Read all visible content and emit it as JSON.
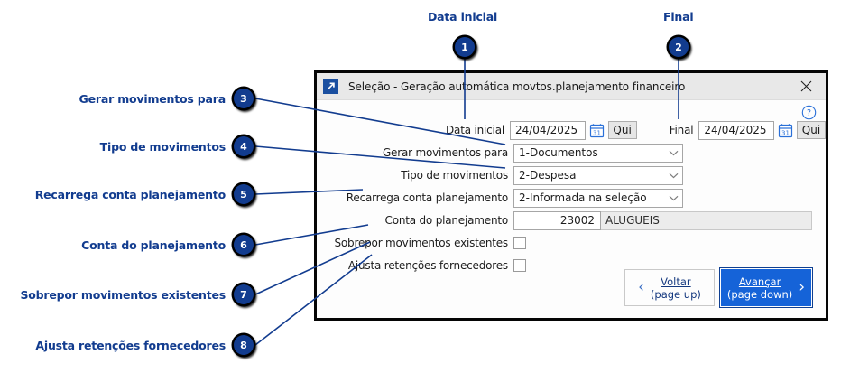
{
  "dialog": {
    "title": "Seleção - Geração automática movtos.planejamento financeiro",
    "app_icon": "diagonal-arrow-icon",
    "close_icon": "close-icon",
    "help_icon": "help-question-icon",
    "fields": {
      "data_inicial_label": "Data inicial",
      "data_inicial_value": "24/04/2025",
      "data_inicial_weekday": "Qui",
      "final_label": "Final",
      "final_value": "24/04/2025",
      "final_weekday": "Qui",
      "gerar_movimentos_label": "Gerar movimentos para",
      "gerar_movimentos_value": "1-Documentos",
      "tipo_movimentos_label": "Tipo de movimentos",
      "tipo_movimentos_value": "2-Despesa",
      "recarrega_conta_label": "Recarrega conta planejamento",
      "recarrega_conta_value": "2-Informada na seleção",
      "conta_planejamento_label": "Conta do planejamento",
      "conta_planejamento_code": "23002",
      "conta_planejamento_name": "ALUGUEIS",
      "sobrepor_label": "Sobrepor movimentos existentes",
      "sobrepor_checked": false,
      "ajusta_label": "Ajusta retenções fornecedores",
      "ajusta_checked": false
    },
    "buttons": {
      "back_line1": "Voltar",
      "back_line2": "(page up)",
      "back_accel": "V",
      "next_line1": "Avançar",
      "next_line2": "(page down)",
      "next_accel": "A"
    }
  },
  "annotations": {
    "accent_color": "#123c8f",
    "items": [
      {
        "num": "1",
        "label": "Data inicial"
      },
      {
        "num": "2",
        "label": "Final"
      },
      {
        "num": "3",
        "label": "Gerar movimentos para"
      },
      {
        "num": "4",
        "label": "Tipo de movimentos"
      },
      {
        "num": "5",
        "label": "Recarrega conta planejamento"
      },
      {
        "num": "6",
        "label": "Conta do planejamento"
      },
      {
        "num": "7",
        "label": "Sobrepor movimentos existentes"
      },
      {
        "num": "8",
        "label": "Ajusta retenções fornecedores"
      }
    ]
  }
}
